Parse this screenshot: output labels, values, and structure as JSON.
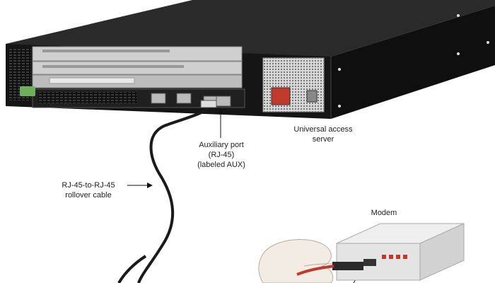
{
  "labels": {
    "server": [
      "Universal access",
      "server"
    ],
    "aux_port": [
      "Auxiliary port",
      "(RJ-45)",
      "(labeled AUX)"
    ],
    "cable": [
      "RJ-45-to-RJ-45",
      "rollover cable"
    ],
    "modem": "Modem"
  },
  "colors": {
    "chassis_top": "#2a2a2a",
    "chassis_front": "#151515",
    "module": "#cfcfcf",
    "cable": "#1a1a1a",
    "modem_body": "#e4e4e4",
    "hand": "#f3ece4",
    "power_switch": "#c0392b"
  }
}
